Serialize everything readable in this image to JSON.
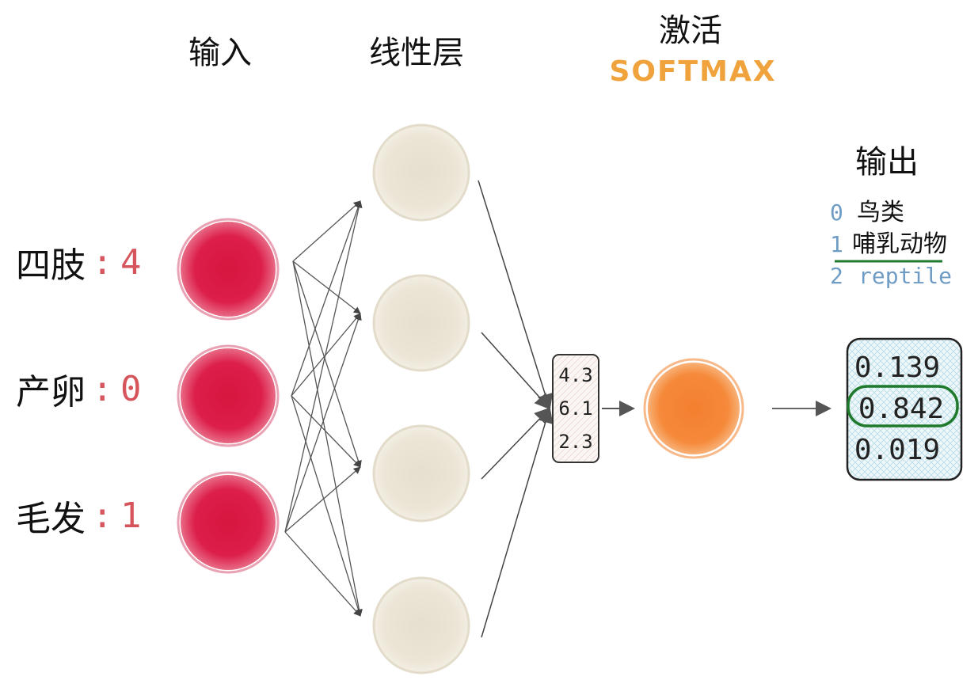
{
  "headers": {
    "input": "输入",
    "linear": "线性层",
    "activation": "激活",
    "activation_sub": "SOFTMAX",
    "output": "输出"
  },
  "inputs": [
    {
      "label": "四肢",
      "value": "4"
    },
    {
      "label": "产卵",
      "value": "0"
    },
    {
      "label": "毛发",
      "value": "1"
    }
  ],
  "logits": [
    "4.3",
    "6.1",
    "2.3"
  ],
  "probabilities": [
    "0.139",
    "0.842",
    "0.019"
  ],
  "classes": [
    {
      "index": "0",
      "name": "鸟类"
    },
    {
      "index": "1",
      "name": "哺乳动物"
    },
    {
      "index": "2",
      "name": "reptile"
    }
  ],
  "highlighted_index": 1,
  "linear_node_count": 4,
  "colors": {
    "input_node": "#dc1e4a",
    "linear_node": "#ece5d6",
    "softmax_node": "#f58a3a",
    "input_value": "#d6545b",
    "softmax_label": "#f0a33d",
    "class_index": "#6f9cc4",
    "highlight": "#1f7a2c",
    "output_box": "#d7ecf2"
  }
}
